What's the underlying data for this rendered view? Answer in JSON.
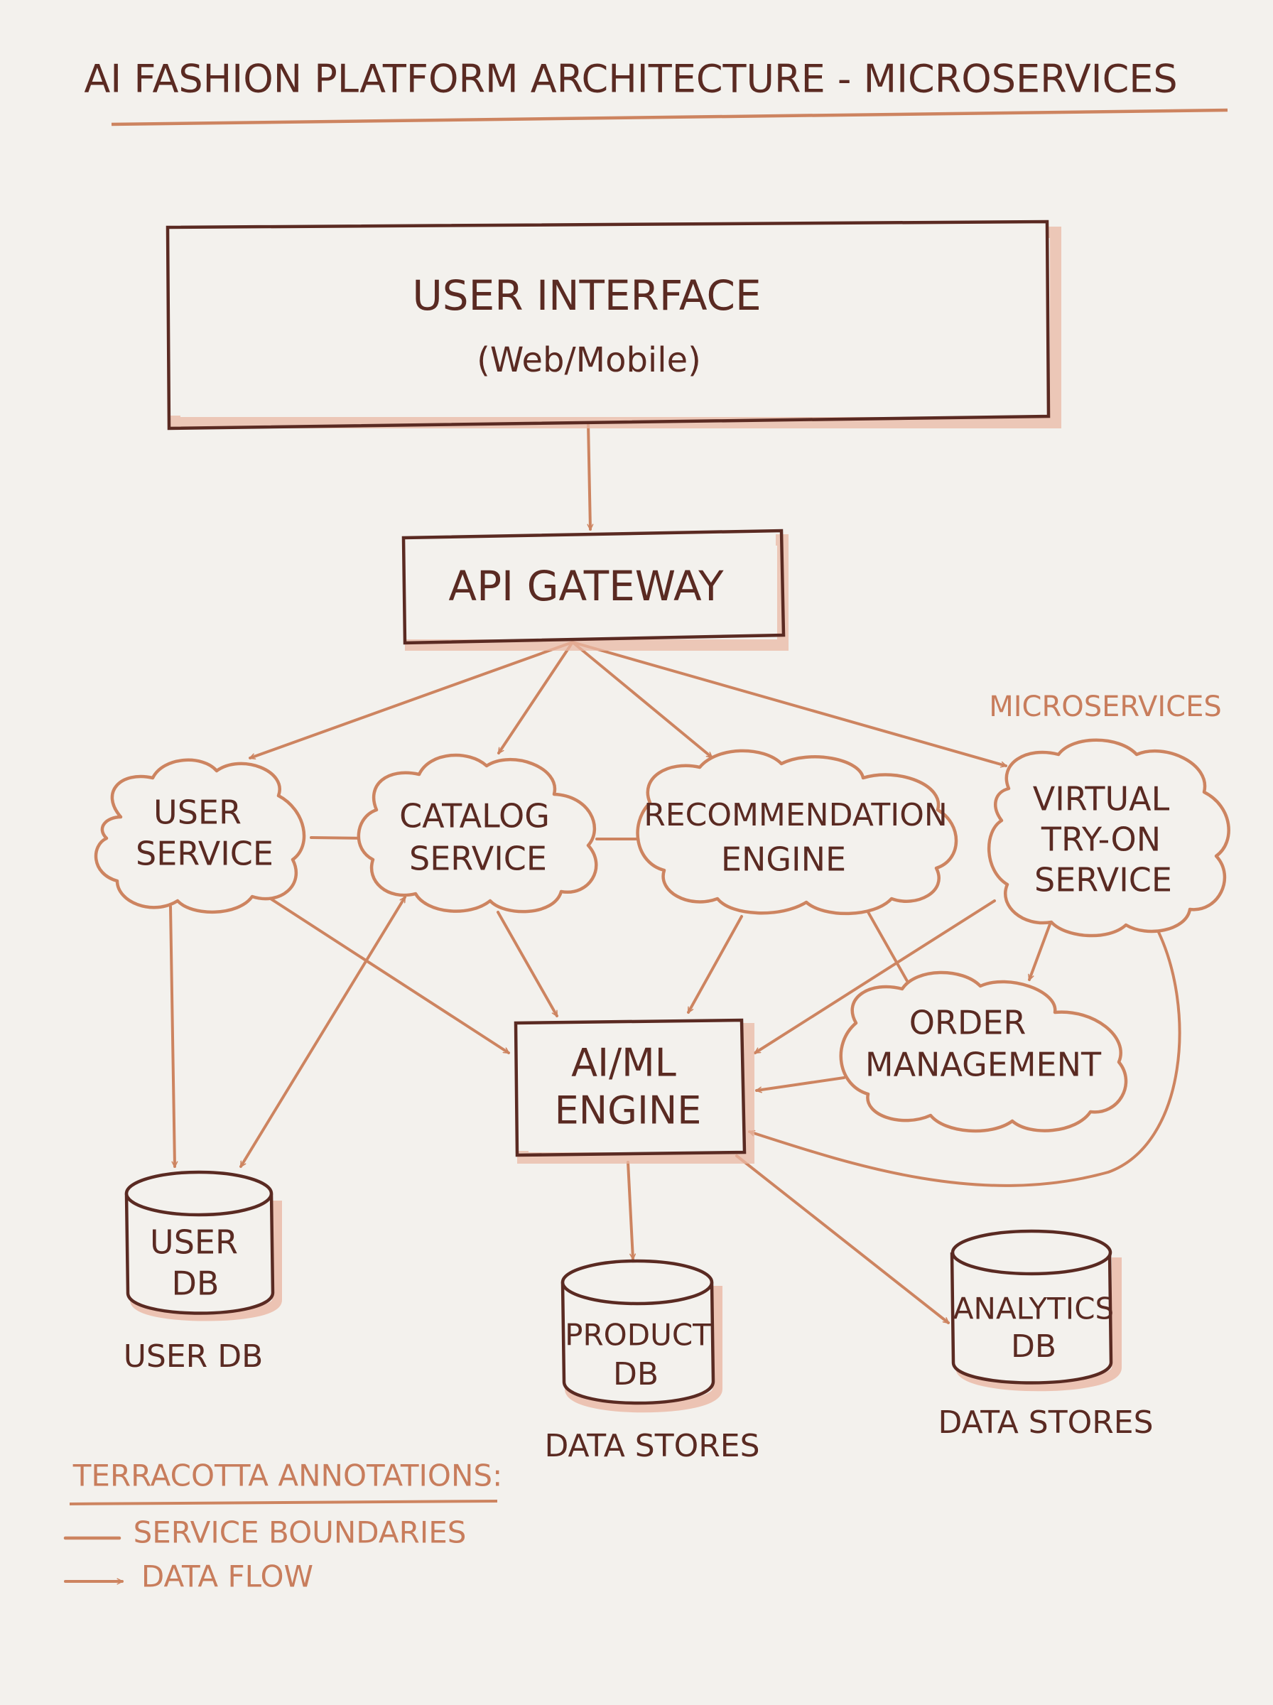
{
  "title": "AI FASHION PLATFORM ARCHITECTURE - MICROSERVICES",
  "user_interface": {
    "line1": "USER INTERFACE",
    "line2": "(Web/Mobile)"
  },
  "api_gateway": "API GATEWAY",
  "microservices_label": "MICROSERVICES",
  "services": {
    "user": [
      "USER",
      "SERVICE"
    ],
    "catalog": [
      "CATALOG",
      "SERVICE"
    ],
    "recommendation": [
      "RECOMMENDATION",
      "ENGINE"
    ],
    "virtual_tryon": [
      "VIRTUAL",
      "TRY-ON",
      "SERVICE"
    ],
    "order": [
      "ORDER",
      "MANAGEMENT"
    ]
  },
  "ai_engine": [
    "AI/ML",
    "ENGINE"
  ],
  "databases": {
    "user_db": {
      "lines": [
        "USER",
        "DB"
      ],
      "caption": "USER DB"
    },
    "product_db": {
      "lines": [
        "PRODUCT",
        "DB"
      ],
      "caption": "DATA STORES"
    },
    "analytics_db": {
      "lines": [
        "ANALYTICS",
        "DB"
      ],
      "caption": "DATA STORES"
    }
  },
  "legend": {
    "title": "TERRACOTTA ANNOTATIONS:",
    "items": [
      "SERVICE BOUNDARIES",
      "DATA FLOW"
    ]
  },
  "colors": {
    "ink": "#5a2a22",
    "terracotta": "#cd8460",
    "highlight": "#eab8a4",
    "paper": "#f3f1ed"
  }
}
